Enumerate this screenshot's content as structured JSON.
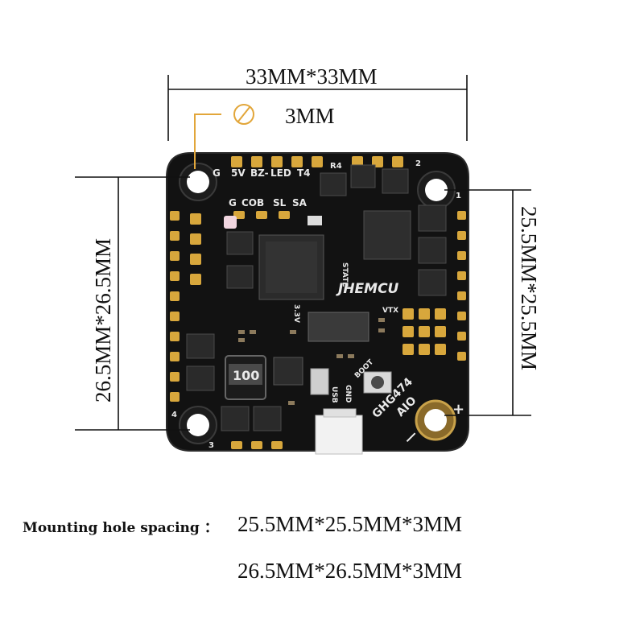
{
  "dimensions": {
    "board_size": "33MM*33MM",
    "hole_diameter": "3MM",
    "left_spacing": "26.5MM*26.5MM",
    "right_spacing": "25.5MM*25.5MM"
  },
  "board": {
    "brand": "JHEMCU",
    "model": "GHG474",
    "aio": "AIO",
    "inductor": "100",
    "silkscreen": {
      "top_row": [
        "G",
        "5V",
        "BZ-",
        "LED",
        "T4",
        "R4"
      ],
      "second_row": [
        "G",
        "COB",
        "SL",
        "SA"
      ],
      "motor_numbers": [
        "1",
        "2",
        "3",
        "4"
      ],
      "state": "STATE",
      "vtx": "VTX",
      "boot": "BOOT",
      "v33": "3.3V",
      "usb": "USB",
      "gnd": "GND",
      "plus": "+",
      "minus": "—"
    }
  },
  "specs": {
    "label": "Mounting hole spacing ：",
    "line1": "25.5MM*25.5MM*3MM",
    "line2": "26.5MM*26.5MM*3MM"
  }
}
